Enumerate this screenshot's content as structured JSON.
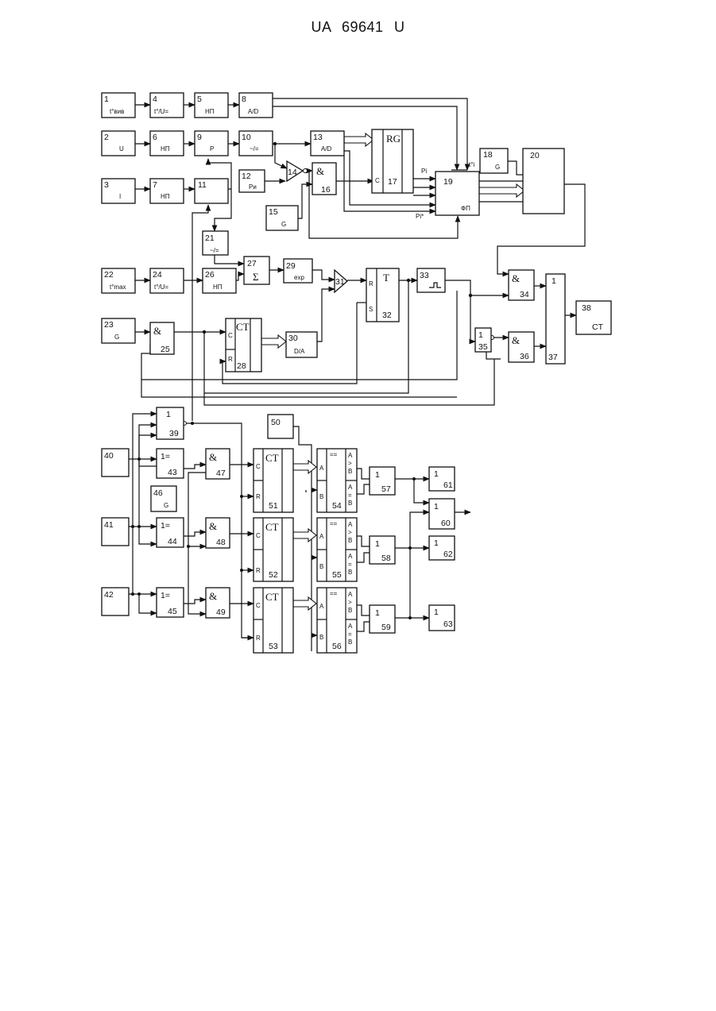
{
  "header": "UA   69641   U",
  "blocks": [
    {
      "num": "1",
      "label": "t°вив",
      "symbol": ""
    },
    {
      "num": "4",
      "label": "t°/U=",
      "symbol": ""
    },
    {
      "num": "5",
      "label": "НП",
      "symbol": ""
    },
    {
      "num": "8",
      "label": "A/D",
      "symbol": ""
    },
    {
      "num": "2",
      "label": "U",
      "symbol": ""
    },
    {
      "num": "6",
      "label": "НП",
      "symbol": ""
    },
    {
      "num": "9",
      "label": "P",
      "symbol": ""
    },
    {
      "num": "10",
      "label": "~/=",
      "symbol": ""
    },
    {
      "num": "13",
      "label": "A/D",
      "symbol": ""
    },
    {
      "num": "17",
      "label": "",
      "symbol": "RG"
    },
    {
      "num": "18",
      "label": "G",
      "symbol": ""
    },
    {
      "num": "20",
      "label": "",
      "symbol": ""
    },
    {
      "num": "3",
      "label": "I",
      "symbol": ""
    },
    {
      "num": "7",
      "label": "НП",
      "symbol": ""
    },
    {
      "num": "11",
      "label": "",
      "symbol": ""
    },
    {
      "num": "12",
      "label": "Pи",
      "symbol": ""
    },
    {
      "num": "14",
      "label": "",
      "symbol": ""
    },
    {
      "num": "16",
      "label": "",
      "symbol": "&"
    },
    {
      "num": "19",
      "label": "ФП",
      "symbol": ""
    },
    {
      "num": "15",
      "label": "G",
      "symbol": ""
    },
    {
      "num": "21",
      "label": "~/=",
      "symbol": ""
    },
    {
      "num": "22",
      "label": "t°max",
      "symbol": ""
    },
    {
      "num": "24",
      "label": "t°/U=",
      "symbol": ""
    },
    {
      "num": "26",
      "label": "НП",
      "symbol": ""
    },
    {
      "num": "27",
      "label": "",
      "symbol": "Σ"
    },
    {
      "num": "29",
      "label": "exp",
      "symbol": ""
    },
    {
      "num": "31",
      "label": "",
      "symbol": ""
    },
    {
      "num": "32",
      "label": "",
      "symbol": "T"
    },
    {
      "num": "33",
      "label": "",
      "symbol": ""
    },
    {
      "num": "23",
      "label": "G",
      "symbol": ""
    },
    {
      "num": "25",
      "label": "",
      "symbol": "&"
    },
    {
      "num": "28",
      "label": "",
      "symbol": "CT"
    },
    {
      "num": "30",
      "label": "D/A",
      "symbol": ""
    },
    {
      "num": "34",
      "label": "",
      "symbol": "&"
    },
    {
      "num": "35",
      "label": "",
      "symbol": "1"
    },
    {
      "num": "36",
      "label": "",
      "symbol": "&"
    },
    {
      "num": "37",
      "label": "",
      "symbol": "1"
    },
    {
      "num": "38",
      "label": "CT",
      "symbol": ""
    },
    {
      "num": "39",
      "label": "",
      "symbol": "1"
    },
    {
      "num": "40",
      "label": "",
      "symbol": ""
    },
    {
      "num": "41",
      "label": "",
      "symbol": ""
    },
    {
      "num": "42",
      "label": "",
      "symbol": ""
    },
    {
      "num": "43",
      "label": "",
      "symbol": "1="
    },
    {
      "num": "44",
      "label": "",
      "symbol": "1="
    },
    {
      "num": "45",
      "label": "",
      "symbol": "1="
    },
    {
      "num": "46",
      "label": "G",
      "symbol": ""
    },
    {
      "num": "47",
      "label": "",
      "symbol": "&"
    },
    {
      "num": "48",
      "label": "",
      "symbol": "&"
    },
    {
      "num": "49",
      "label": "",
      "symbol": "&"
    },
    {
      "num": "50",
      "label": "",
      "symbol": ""
    },
    {
      "num": "51",
      "label": "",
      "symbol": "CT"
    },
    {
      "num": "52",
      "label": "",
      "symbol": "CT"
    },
    {
      "num": "53",
      "label": "",
      "symbol": "CT"
    },
    {
      "num": "54",
      "label": "",
      "symbol": "=="
    },
    {
      "num": "55",
      "label": "",
      "symbol": "=="
    },
    {
      "num": "56",
      "label": "",
      "symbol": "=="
    },
    {
      "num": "57",
      "label": "",
      "symbol": "1"
    },
    {
      "num": "58",
      "label": "",
      "symbol": "1"
    },
    {
      "num": "59",
      "label": "",
      "symbol": "1"
    },
    {
      "num": "60",
      "label": "",
      "symbol": "1"
    },
    {
      "num": "61",
      "label": "",
      "symbol": "1"
    },
    {
      "num": "62",
      "label": "",
      "symbol": "1"
    },
    {
      "num": "63",
      "label": "",
      "symbol": "1"
    }
  ],
  "pins": {
    "c": "C",
    "r": "R",
    "s": "S",
    "a": "A",
    "b": "B",
    "agtb": "A>B",
    "aeqb": "A=B",
    "pi": "Pi",
    "pistar": "Pi*",
    "ti": "t°i"
  }
}
